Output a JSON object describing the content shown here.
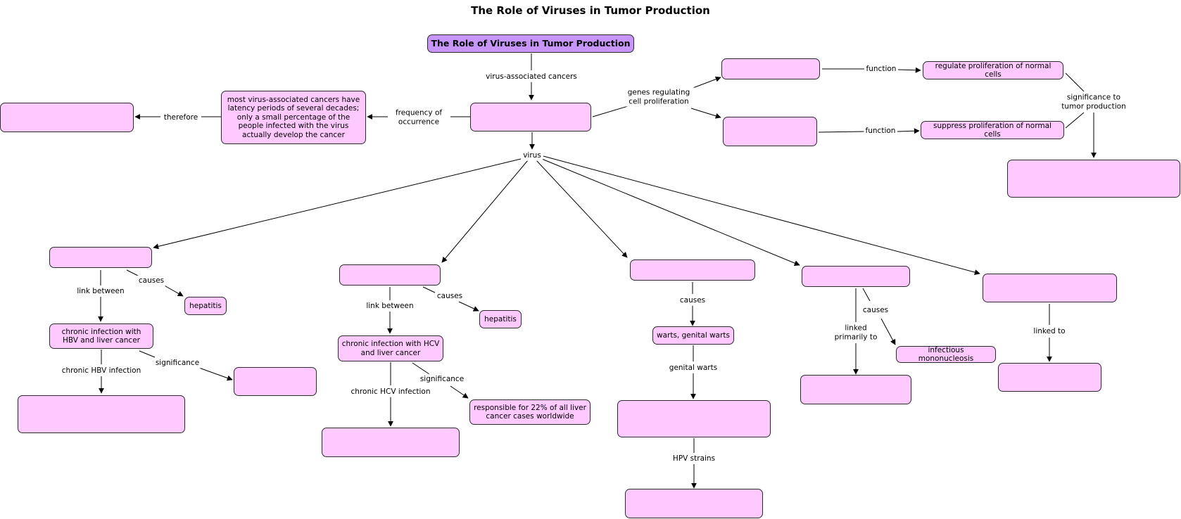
{
  "title": "The Role of Viruses in Tumor Production",
  "colors": {
    "node_fill": "#fdc9fe",
    "root_fill": "#c896fa",
    "border": "#2b2b2b",
    "line": "#000000"
  },
  "nodes": {
    "root": "The Role of Viruses in Tumor Production",
    "center": "",
    "latency": "most virus-associated cancers have latency periods of several decades; only a small percentage of the people infected with the virus actually develop the cancer",
    "therefore_target": "",
    "gene_top": "",
    "gene_bottom": "",
    "regulate": "regulate proliferation of normal cells",
    "suppress": "suppress proliferation of normal cells",
    "significance_target": "",
    "hbv": "",
    "hepatitis_b": "hepatitis",
    "hbv_liver": "chronic infection with HBV and liver cancer",
    "hbv_significance": "",
    "hbv_chronic": "",
    "hcv": "",
    "hepatitis_c": "hepatitis",
    "hcv_liver": "chronic infection with HCV and liver cancer",
    "hcv_significance": "responsible for 22% of all liver cancer cases worldwide",
    "hcv_chronic": "",
    "hpv": "",
    "warts": "warts, genital warts",
    "genital_warts_target": "",
    "hpv_strains_target": "",
    "ebv": "",
    "mono": "infectious mononucleosis",
    "ebv_linked": "",
    "fifth_virus": "",
    "fifth_linked": ""
  },
  "links": {
    "virus_associated": "virus-associated cancers",
    "frequency": "frequency of occurrence",
    "therefore": "therefore",
    "genes": "genes regulating cell proliferation",
    "function_top": "function",
    "function_bottom": "function",
    "significance_tumor": "significance to tumor production",
    "virus": "virus",
    "hbv_causes": "causes",
    "hbv_link": "link between",
    "hbv_significance": "significance",
    "hbv_chronic": "chronic HBV infection",
    "hcv_causes": "causes",
    "hcv_link": "link between",
    "hcv_significance": "significance",
    "hcv_chronic": "chronic HCV infection",
    "hpv_causes": "causes",
    "hpv_genital": "genital warts",
    "hpv_strains": "HPV strains",
    "ebv_causes": "causes",
    "ebv_linked": "linked primarily to",
    "fifth_linked": "linked to"
  }
}
